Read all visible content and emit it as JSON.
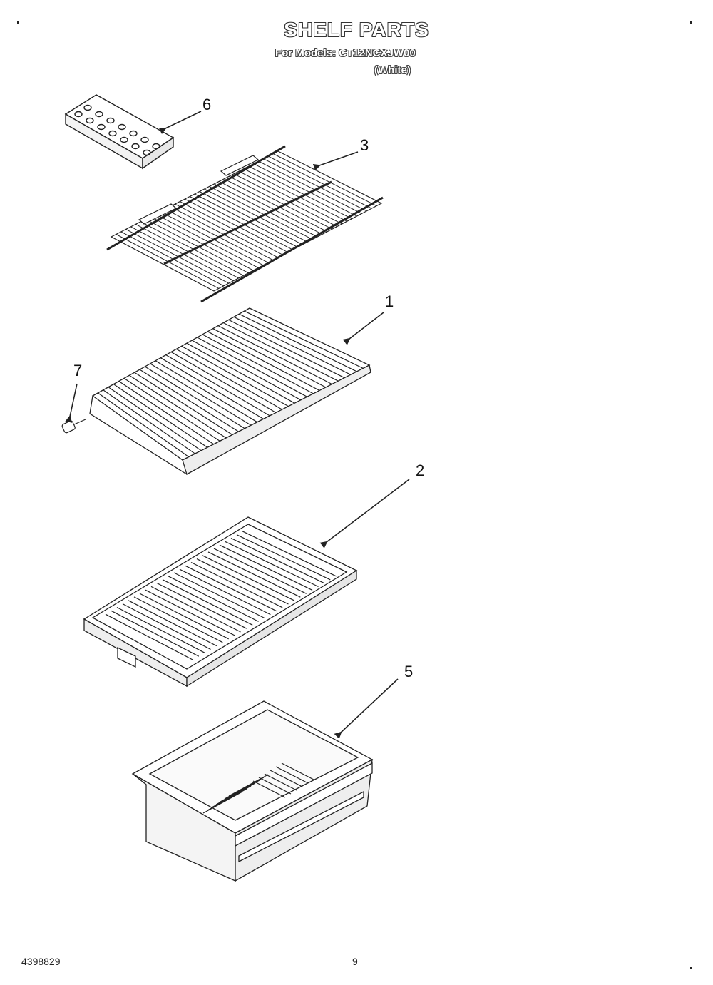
{
  "header": {
    "title": "SHELF PARTS",
    "model_line": "For Models: CT12NCXJW00",
    "color_note": "(White)"
  },
  "callouts": {
    "part_1": "1",
    "part_2": "2",
    "part_3": "3",
    "part_5": "5",
    "part_6": "6",
    "part_7": "7"
  },
  "parts": [
    {
      "id": "6",
      "name": "ice-cube-tray"
    },
    {
      "id": "3",
      "name": "wire-shelf"
    },
    {
      "id": "1",
      "name": "freezer-shelf"
    },
    {
      "id": "7",
      "name": "shelf-support-plug"
    },
    {
      "id": "2",
      "name": "crisper-cover"
    },
    {
      "id": "5",
      "name": "crisper-drawer"
    }
  ],
  "footer": {
    "doc_number": "4398829",
    "page_number": "9"
  },
  "colors": {
    "line": "#222222",
    "background": "#ffffff"
  }
}
